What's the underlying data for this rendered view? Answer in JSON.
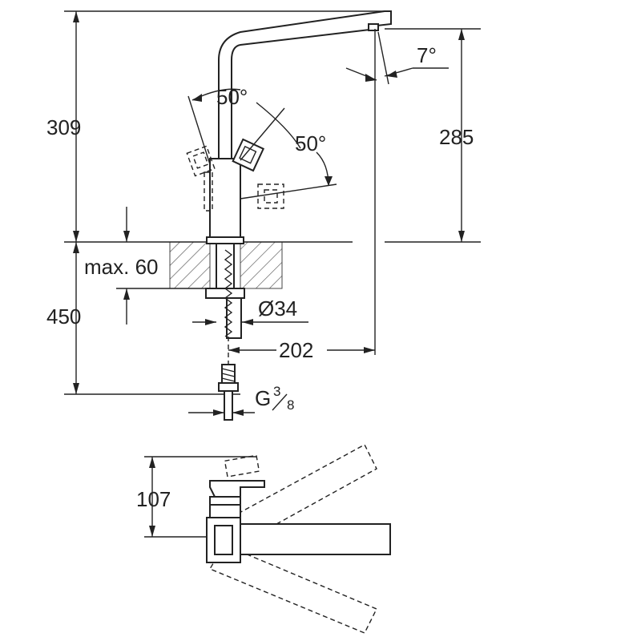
{
  "dimensions": {
    "total_height_above": "309",
    "spout_height": "285",
    "spout_angle": "7°",
    "lever_angle_left": "50°",
    "lever_angle_right": "50°",
    "max_deck_thickness": "max. 60",
    "hose_length": "450",
    "hole_diameter": "Ø34",
    "spout_reach": "202",
    "connection_thread_prefix": "G",
    "connection_thread_num": "3",
    "connection_thread_den": "8",
    "top_view_depth": "107"
  },
  "colors": {
    "line": "#222222",
    "hatch": "#444444",
    "background": "#ffffff"
  }
}
